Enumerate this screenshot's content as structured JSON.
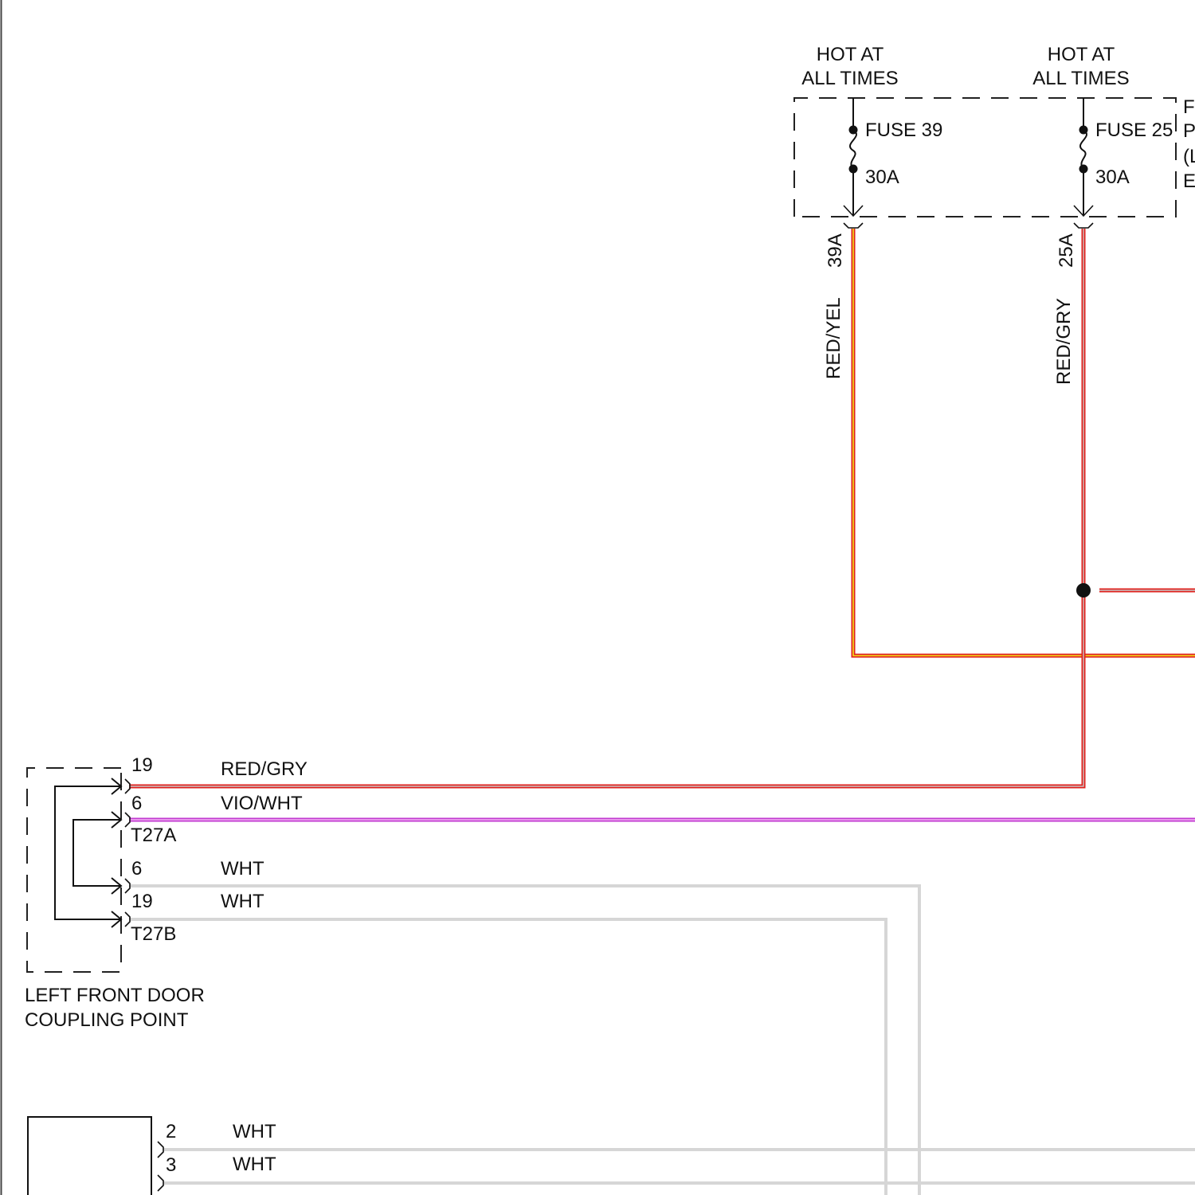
{
  "fuse_box": {
    "hot_label_1_line1": "HOT AT",
    "hot_label_1_line2": "ALL TIMES",
    "hot_label_2_line1": "HOT AT",
    "hot_label_2_line2": "ALL TIMES",
    "fuse_39_name": "FUSE 39",
    "fuse_39_rating": "30A",
    "fuse_25_name": "FUSE 25",
    "fuse_25_rating": "30A",
    "terminal_39": "39A",
    "terminal_25": "25A",
    "side_text_1": "F",
    "side_text_2": "P",
    "side_text_3": "(L",
    "side_text_4": "E"
  },
  "wires": {
    "vertical_1_color_label": "RED/YEL",
    "vertical_2_color_label": "RED/GRY",
    "colors": {
      "red_yel_outer": "#e0201c",
      "red_yel_inner": "#f2e21a",
      "red_gry_outer": "#e0201c",
      "red_gry_inner": "#c8c8c8",
      "vio_wht_outer": "#c23ad0",
      "vio_wht_inner": "#f3b6f5",
      "wht": "#d6d6d6"
    }
  },
  "coupling": {
    "title_line1": "LEFT FRONT DOOR",
    "title_line2": "COUPLING POINT",
    "t27a_label": "T27A",
    "t27b_label": "T27B",
    "pins": [
      {
        "pin": "19",
        "wire": "RED/GRY"
      },
      {
        "pin": "6",
        "wire": "VIO/WHT"
      },
      {
        "pin": "6",
        "wire": "WHT"
      },
      {
        "pin": "19",
        "wire": "WHT"
      }
    ]
  },
  "bottom_component": {
    "pins": [
      {
        "pin": "2",
        "wire": "WHT"
      },
      {
        "pin": "3",
        "wire": "WHT"
      }
    ]
  }
}
